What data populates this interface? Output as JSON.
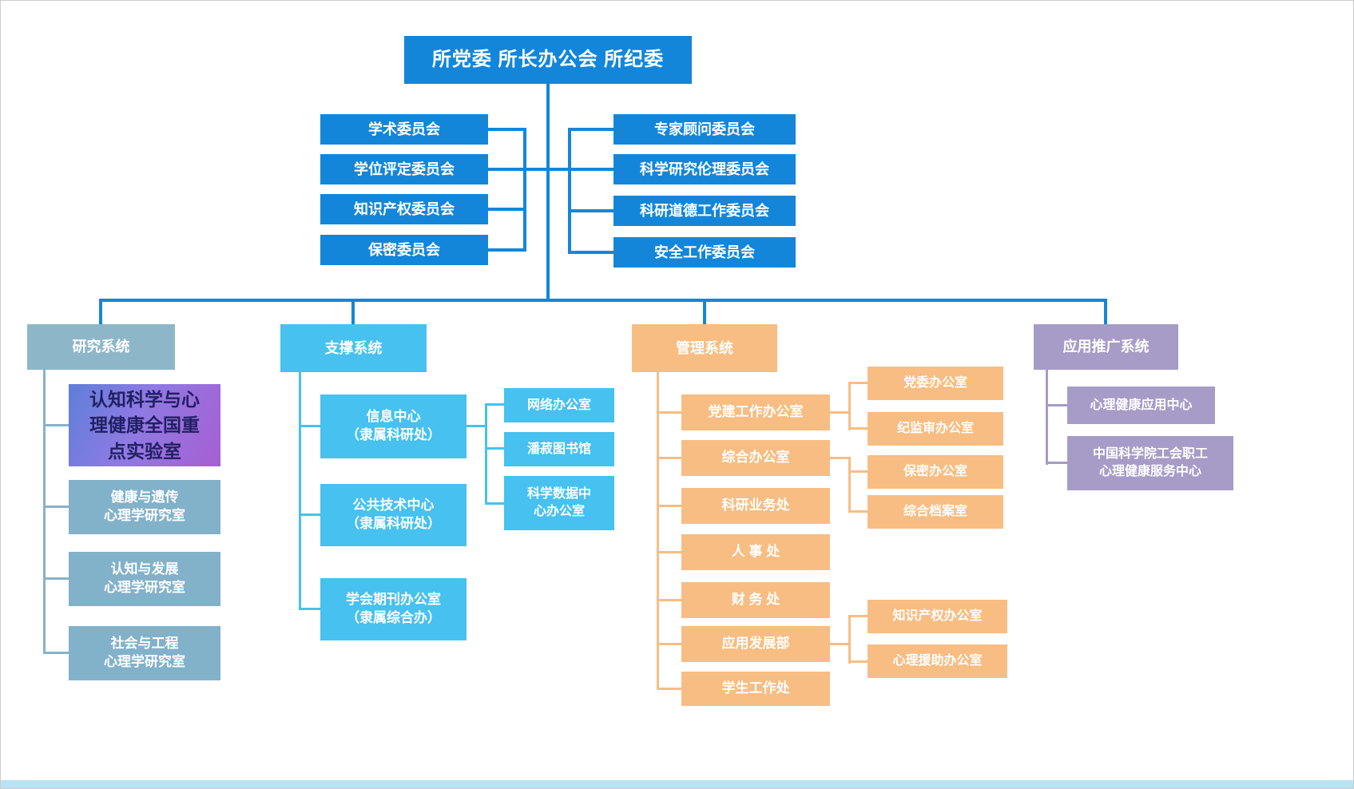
{
  "root": {
    "label": "所党委 所长办公会 所纪委"
  },
  "left_committees": [
    {
      "label": "学术委员会"
    },
    {
      "label": "学位评定委员会"
    },
    {
      "label": "知识产权委员会"
    },
    {
      "label": "保密委员会"
    }
  ],
  "right_committees": [
    {
      "label": "专家顾问委员会"
    },
    {
      "label": "科学研究伦理委员会"
    },
    {
      "label": "科研道德工作委员会"
    },
    {
      "label": "安全工作委员会"
    }
  ],
  "systems": {
    "research": {
      "label": "研究系统",
      "color": "#8eb6c9",
      "children": [
        {
          "label": "认知科学与心理健康全国重点实验室",
          "highlight": true
        },
        {
          "label": "健康与遗传\n心理学研究室"
        },
        {
          "label": "认知与发展\n心理学研究室"
        },
        {
          "label": "社会与工程\n心理学研究室"
        }
      ]
    },
    "support": {
      "label": "支撑系统",
      "color": "#47c1ef",
      "children": [
        {
          "label": "信息中心\n（隶属科研处）"
        },
        {
          "label": "公共技术中心\n（隶属科研处）"
        },
        {
          "label": "学会期刊办公室\n（隶属综合办）"
        }
      ],
      "info_center_children": [
        {
          "label": "网络办公室"
        },
        {
          "label": "潘菽图书馆"
        },
        {
          "label": "科学数据中心办公室"
        }
      ]
    },
    "management": {
      "label": "管理系统",
      "color": "#f8bd82",
      "children": [
        {
          "label": "党建工作办公室"
        },
        {
          "label": "综合办公室"
        },
        {
          "label": "科研业务处"
        },
        {
          "label": "人 事 处"
        },
        {
          "label": "财 务 处"
        },
        {
          "label": "应用发展部"
        },
        {
          "label": "学生工作处"
        }
      ],
      "party_office_children": [
        {
          "label": "党委办公室"
        },
        {
          "label": "纪监审办公室"
        }
      ],
      "general_office_children": [
        {
          "label": "保密办公室"
        },
        {
          "label": "综合档案室"
        }
      ],
      "application_dev_children": [
        {
          "label": "知识产权办公室"
        },
        {
          "label": "心理援助办公室"
        }
      ]
    },
    "application": {
      "label": "应用推广系统",
      "color": "#a79bc7",
      "children": [
        {
          "label": "心理健康应用中心"
        },
        {
          "label": "中国科学院工会职工\n心理健康服务中心"
        }
      ]
    }
  },
  "colors": {
    "primary_blue": "#1386d9",
    "research_line": "#86b3ca",
    "support_line": "#47c1ef",
    "management_line": "#f8bd82",
    "application_line": "#a79bc7",
    "lab_gradient_start": "#5d7fd8",
    "lab_gradient_end": "#a65fd2",
    "lab_text": "#221f63",
    "footer_strip": "#b9e3f4"
  }
}
